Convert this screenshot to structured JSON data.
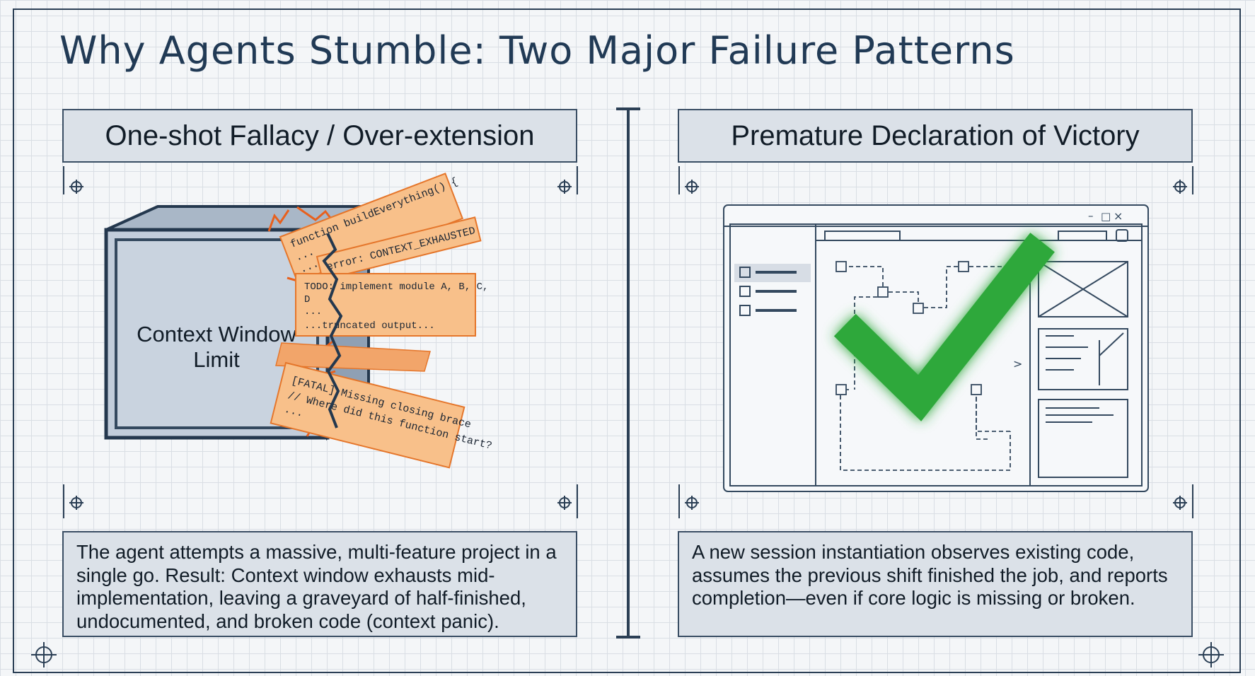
{
  "title": "Why Agents Stumble: Two Major Failure Patterns",
  "left": {
    "heading": "One-shot Fallacy / Over-extension",
    "box_label_line1": "Context Window",
    "box_label_line2": "Limit",
    "code_cards": [
      {
        "lines": [
          "function buildEverything() {",
          "  ...",
          "  ..."
        ]
      },
      {
        "lines": [
          "error: CONTEXT_EXHAUSTED"
        ]
      },
      {
        "lines": [
          "TODO: implement module A, B, C,",
          "D",
          "...",
          "...truncated output..."
        ]
      },
      {
        "lines": [
          "[FATAL] Missing closing brace",
          "// Where did this function start?",
          "..."
        ]
      }
    ],
    "description": "The agent attempts a massive, multi-feature project in a single go. Result: Context window exhausts mid-implementation, leaving a graveyard of half-finished, undocumented, and broken code (context panic)."
  },
  "right": {
    "heading": "Premature Declaration of Victory",
    "window_controls": [
      "–",
      "□",
      "×"
    ],
    "chevron": ">",
    "description": "A new session instantiation observes existing code, assumes the previous shift finished the job, and reports completion—even if core logic is missing or broken."
  },
  "colors": {
    "ink": "#213a55",
    "card_orange": "#f8c08a",
    "card_border": "#e5762b",
    "crack": "#e8601d",
    "check_green": "#2ea83a",
    "panel_fill": "#dbe1e8"
  }
}
